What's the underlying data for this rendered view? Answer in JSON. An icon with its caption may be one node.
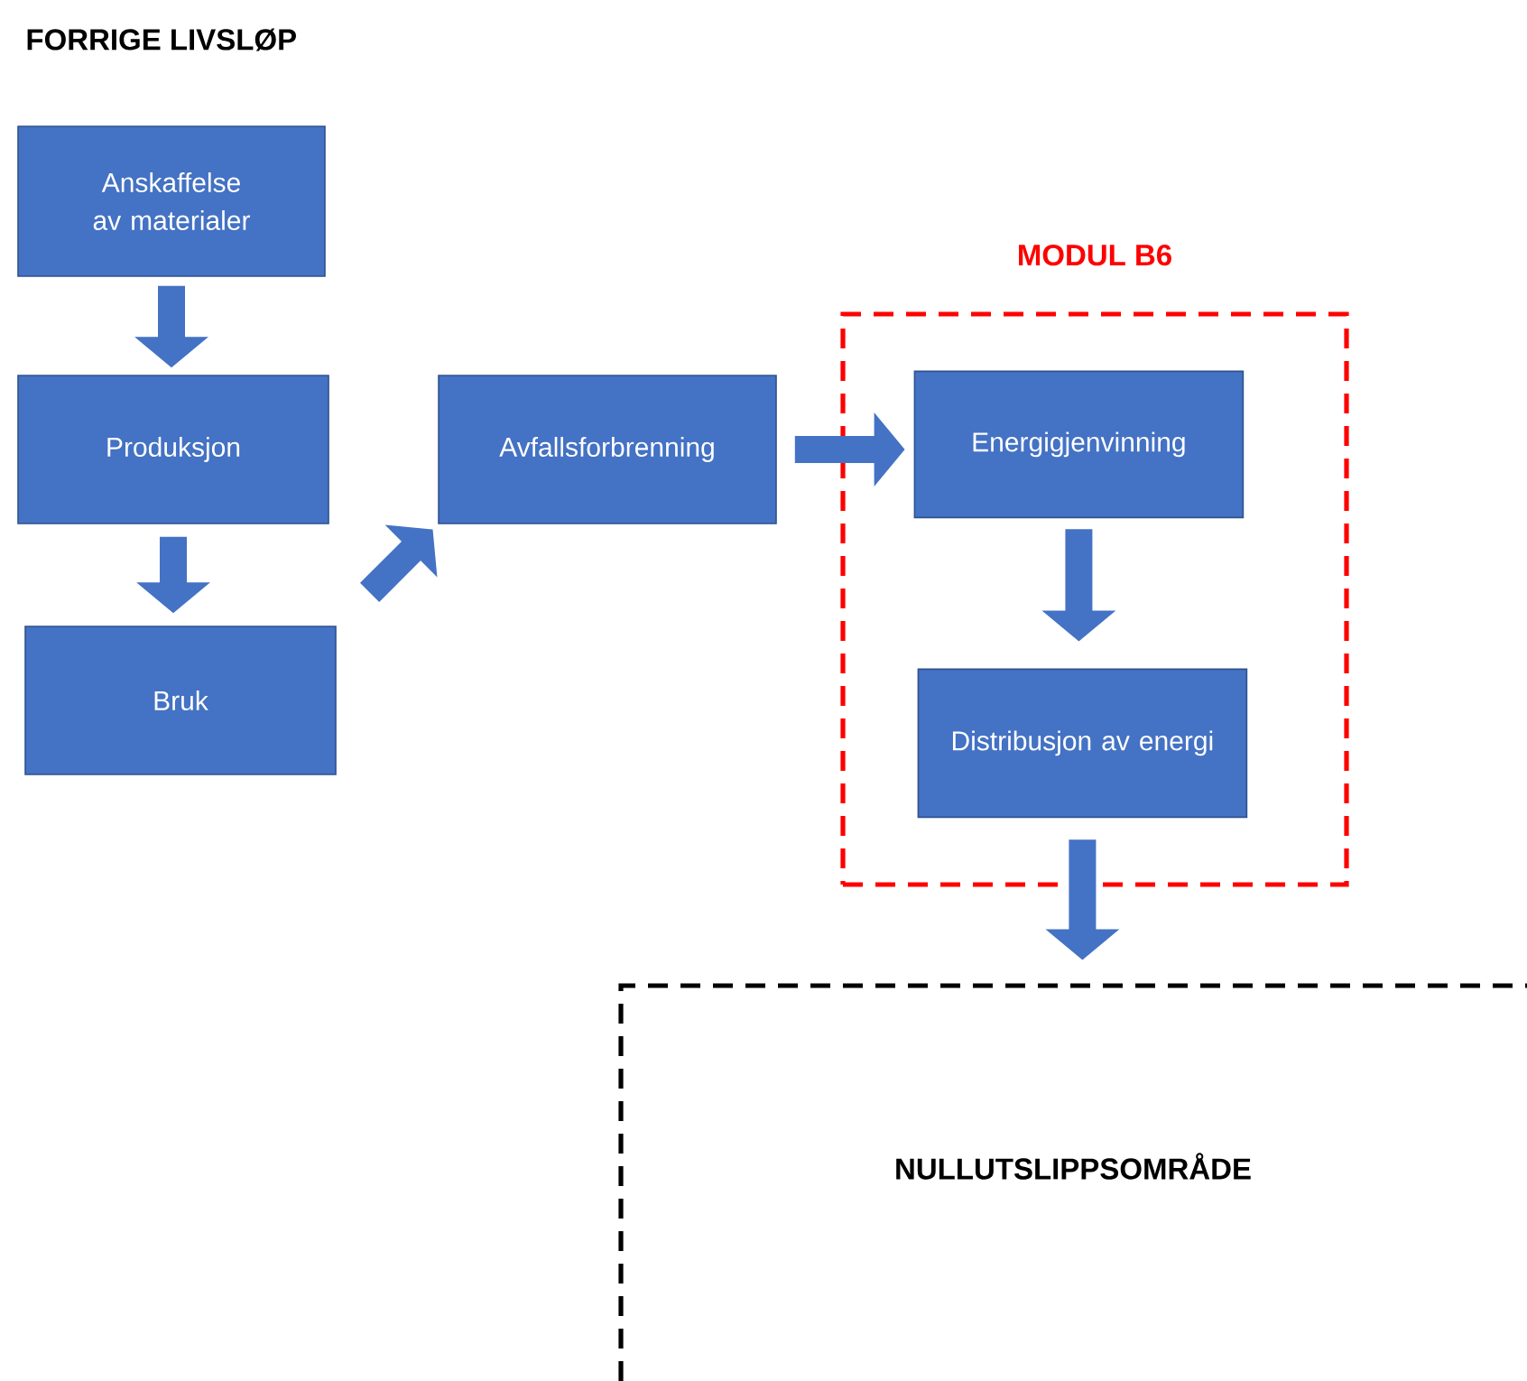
{
  "diagram": {
    "title": "FORRIGE LIVSLØP",
    "nodes": [
      {
        "text": [
          "Anskaffelse av materialer"
        ]
      },
      {
        "text": [
          "Produksjon"
        ]
      },
      {
        "text": [
          "Bruk"
        ]
      },
      {
        "text": [
          "Avfallsforbrenning"
        ]
      },
      {
        "text": [
          "MODUL B6"
        ]
      },
      {
        "text": [
          "Energigjenvinning"
        ],
        "in": 4
      },
      {
        "text": [
          "Distribusjon av energi"
        ],
        "in": 4
      },
      {
        "text": [
          "NULLUTSLIPPSOMRÅDE"
        ]
      }
    ],
    "edges": [
      {
        "from": 0,
        "to": 1,
        "arrow": "to"
      },
      {
        "from": 1,
        "to": 2,
        "arrow": "to"
      },
      {
        "from": 2,
        "to": 3,
        "arrow": "to"
      },
      {
        "from": 3,
        "to": 5,
        "arrow": "to"
      },
      {
        "from": 5,
        "to": 6,
        "arrow": "to"
      },
      {
        "from": 6,
        "to": 7,
        "arrow": "to"
      }
    ]
  }
}
